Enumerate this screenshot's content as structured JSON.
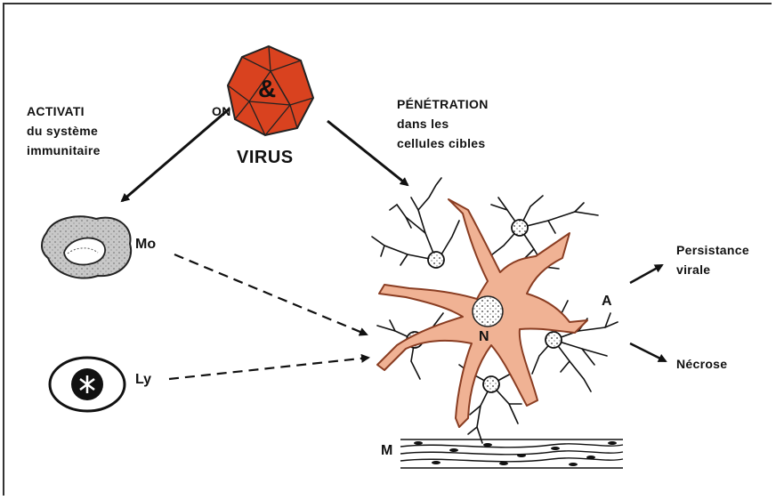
{
  "labels": {
    "activation_line1": "ACTIVATI",
    "activation_on": "ON",
    "activation_line2": "du système",
    "activation_line3": "immunitaire",
    "virus": "VIRUS",
    "virus_symbol": "&",
    "penetration_line1": "PÉNÉTRATION",
    "penetration_line2": "dans les",
    "penetration_line3": "cellules cibles",
    "mo": "Mo",
    "ly": "Ly",
    "persistance_line1": "Persistance",
    "persistance_line2": "virale",
    "a": "A",
    "n": "N",
    "necrose": "Nécrose",
    "m": "M"
  },
  "colors": {
    "virus_red": "#d9421f",
    "neuron_pink": "#f0b294",
    "monocyte_gray": "#c8c8c8",
    "ink": "#111111"
  }
}
